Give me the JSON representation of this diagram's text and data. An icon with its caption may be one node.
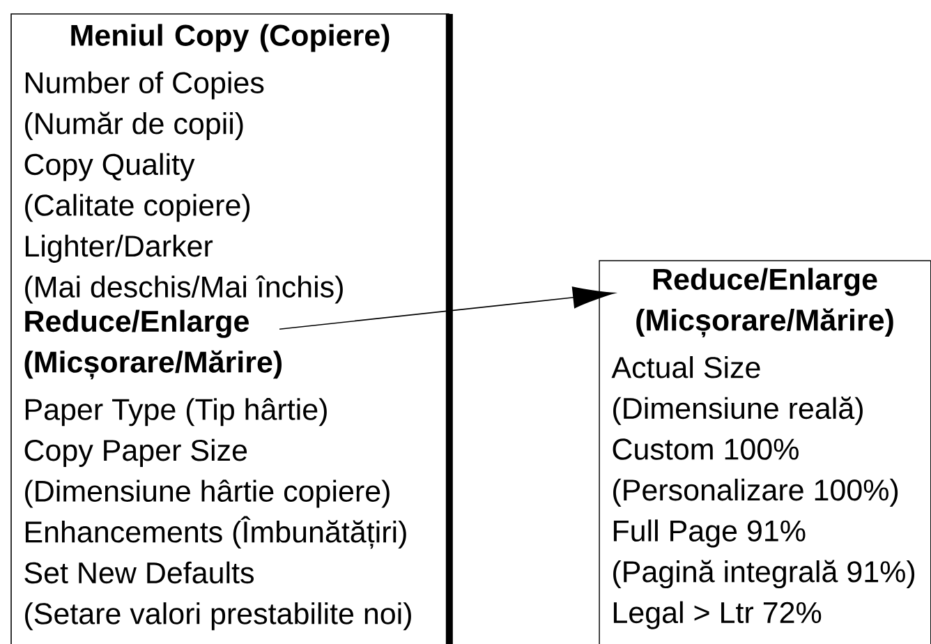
{
  "diagram": {
    "nodes": [
      {
        "text": [
          "Meniul Copy (Copiere)",
          "Number of Copies",
          "(Număr de copii)",
          "Copy Quality",
          "(Calitate copiere)",
          "Lighter/Darker",
          "(Mai deschis/Mai închis)",
          "Paper Type (Tip hârtie)",
          "Copy Paper Size",
          "(Dimensiune hârtie copiere)",
          "Enhancements (Îmbunătățiri)",
          "Set New Defaults",
          "(Setare valori prestabilite noi)"
        ]
      },
      {
        "text": [
          "Reduce/Enlarge (Micșorare/Mărire)"
        ],
        "in": 0
      },
      {
        "text": [
          "Reduce/Enlarge (Micșorare/Mărire)",
          "Actual Size",
          "(Dimensiune reală)",
          "Custom 100%",
          "(Personalizare 100%)",
          "Full Page 91%",
          "(Pagină integrală 91%)",
          "Legal > Ltr 72%"
        ]
      }
    ],
    "edges": [
      {
        "from": 1,
        "to": 2,
        "arrow": "to"
      }
    ]
  }
}
